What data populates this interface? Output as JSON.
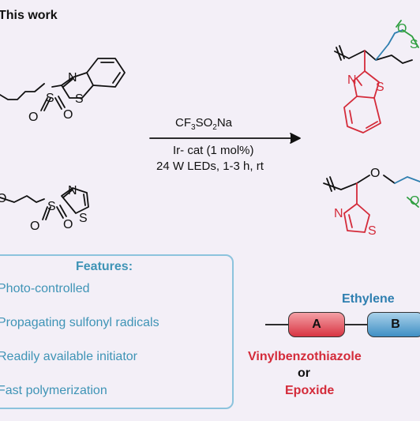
{
  "header": {
    "title": "This work"
  },
  "reaction": {
    "reagent_formula": "CF3SO2Na",
    "reagent_prefix": "CF",
    "reagent_sub1": "3",
    "reagent_mid": "SO",
    "reagent_sub2": "2",
    "reagent_suffix": "Na",
    "catalyst": "Ir- cat (1 mol%)",
    "conditions": "24 W LEDs, 1-3 h, rt"
  },
  "atoms": {
    "N": "N",
    "S": "S",
    "O": "O"
  },
  "features": {
    "title": "Features:",
    "items": [
      "Photo-controlled",
      "Propagating sulfonyl radicals",
      "Readily available initiator",
      "Fast polymerization"
    ]
  },
  "legend": {
    "block_a": "A",
    "block_b": "B",
    "ethylene_label": "Ethylene",
    "vinyl_label": "Vinylbenzothiazole",
    "or_label": "or",
    "epoxide_label": "Epoxide"
  },
  "colors": {
    "red": "#d42b3a",
    "blue": "#2f7fb0",
    "green": "#2e9e3f",
    "feature_text": "#3f94b6",
    "box_border": "#8cc3dd",
    "background": "#f3eff7"
  }
}
